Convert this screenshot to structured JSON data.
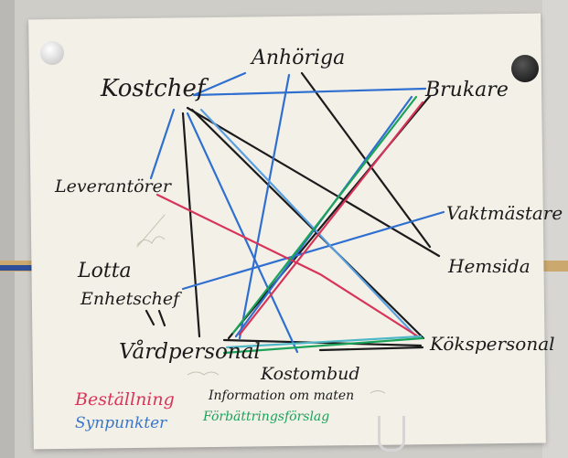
{
  "nodes": {
    "kostchef": "Kostchef",
    "anhoriga": "Anhöriga",
    "brukare": "Brukare",
    "leverantorer": "Leverantörer",
    "vaktmastare": "Vaktmästare",
    "lotta": "Lotta",
    "enhetschef": "Enhetschef",
    "hemsida": "Hemsida",
    "vardpersonal": "Vårdpersonal",
    "kokspersonal": "Kökspersonal",
    "kostombud": "Kostombud"
  },
  "legend": {
    "bestallning": "Beställning",
    "synpunkter": "Synpunkter",
    "information": "Information om maten",
    "forbattringsforslag": "Förbättringsförslag"
  },
  "colors": {
    "red": "#d8345a",
    "blue": "#3a76c9",
    "green": "#1ca35a",
    "black": "#1b1b1b",
    "paper": "#f3f0e8"
  }
}
